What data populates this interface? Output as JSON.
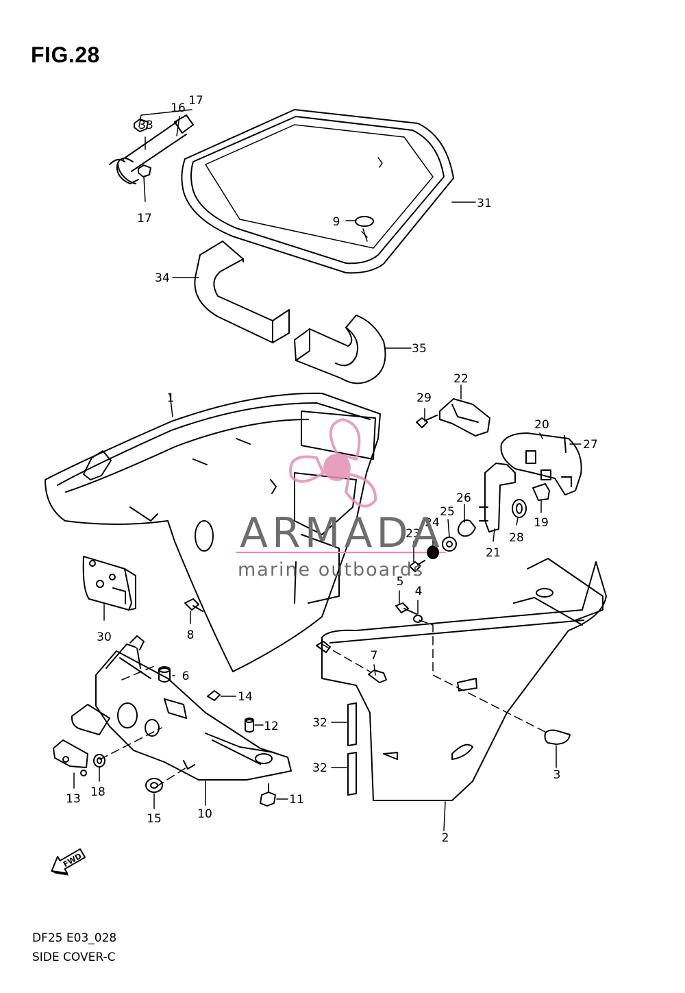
{
  "figure": {
    "title": "FIG.28",
    "code": "DF25 E03_028",
    "name": "SIDE COVER-C",
    "direction_marker": "FWD"
  },
  "watermark": {
    "brand": "ARMADA",
    "tagline": "marine outboards",
    "color": "#e58fb4"
  },
  "callouts": {
    "c1": "1",
    "c2": "2",
    "c3": "3",
    "c4": "4",
    "c5": "5",
    "c6": "6",
    "c7": "7",
    "c8": "8",
    "c9": "9",
    "c10": "10",
    "c11": "11",
    "c12": "12",
    "c13": "13",
    "c14": "14",
    "c15": "15",
    "c16": "16",
    "c17a": "17",
    "c17b": "17",
    "c18": "18",
    "c19": "19",
    "c20": "20",
    "c21": "21",
    "c22": "22",
    "c23": "23",
    "c24": "24",
    "c25": "25",
    "c26": "26",
    "c27": "27",
    "c28": "28",
    "c29": "29",
    "c30": "30",
    "c31": "31",
    "c32a": "32",
    "c32b": "32",
    "c33": "33",
    "c34": "34",
    "c35": "35"
  }
}
